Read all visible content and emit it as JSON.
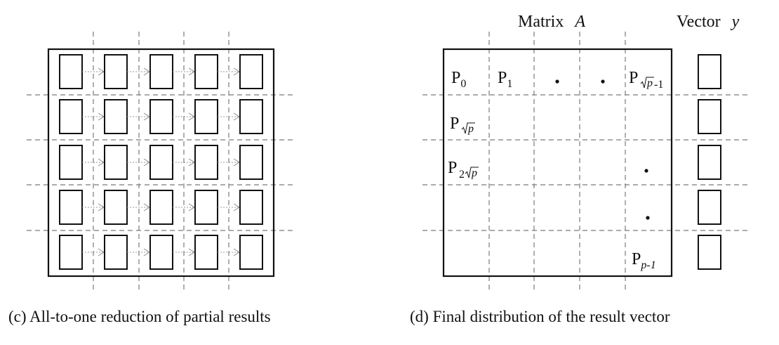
{
  "panel_c": {
    "caption": "(c)  All-to-one reduction of partial results",
    "grid_rows": 5,
    "grid_cols": 5
  },
  "panel_d": {
    "caption": "(d)  Final distribution of the result vector",
    "matrix_label": {
      "text": "Matrix",
      "var": "A"
    },
    "vector_label": {
      "text": "Vector",
      "var": "y"
    },
    "vector_blocks": 5,
    "proc_labels": {
      "p0": {
        "base": "P",
        "sub": "0"
      },
      "p1": {
        "base": "P",
        "sub": "1"
      },
      "psq1": {
        "base": "P",
        "sub_radical": "p",
        "sub_suffix": "-1"
      },
      "psq": {
        "base": "P",
        "sub_radical": "p"
      },
      "p2sq": {
        "base": "P",
        "sub_prefix": "2",
        "sub_radical": "p"
      },
      "plast": {
        "base": "P",
        "sub": "p-1"
      }
    }
  }
}
